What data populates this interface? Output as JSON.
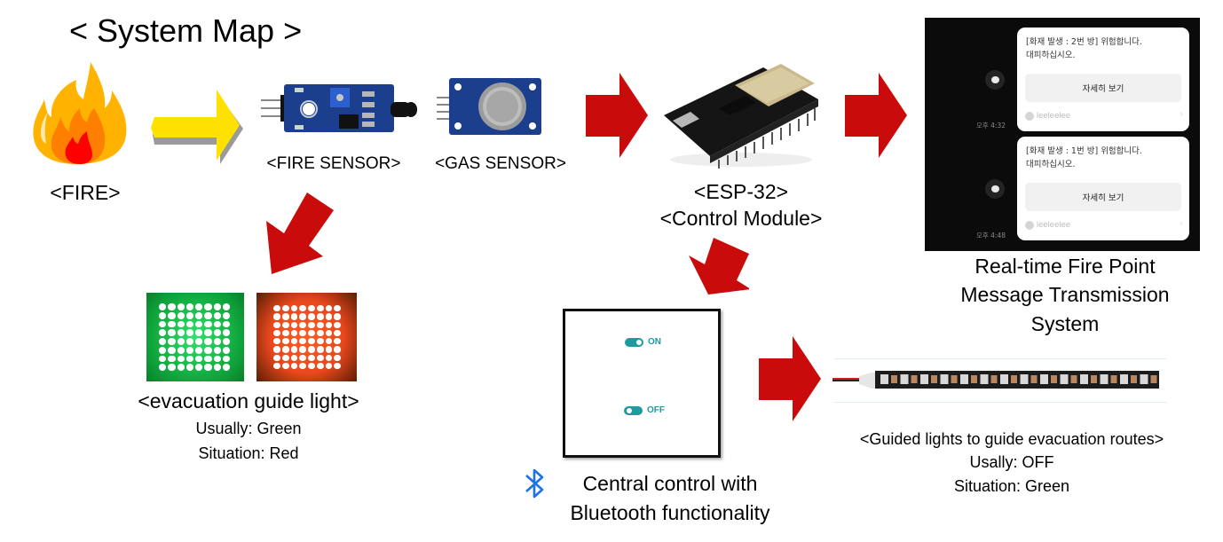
{
  "title": "< System Map >",
  "nodes": {
    "fire": {
      "label": "<FIRE>"
    },
    "fire_sensor": {
      "label": "<FIRE SENSOR>"
    },
    "gas_sensor": {
      "label": "<GAS SENSOR>"
    },
    "esp32": {
      "label_line1": "<ESP-32>",
      "label_line2": "<Control Module>"
    },
    "message_system": {
      "label_line1": "Real-time Fire Point",
      "label_line2": "Message Transmission",
      "label_line3": "System",
      "messages": [
        {
          "text_line1": "[화재 발생 : 2번 방] 위험합니다.",
          "text_line2": "대피하십시오.",
          "button": "자세히 보기",
          "sender": "leeleelee",
          "time": "오후 4:32"
        },
        {
          "text_line1": "[화재 발생 : 1번 방] 위험합니다.",
          "text_line2": "대피하십시오.",
          "button": "자세히 보기",
          "sender": "leeleelee",
          "time": "오후 4:48"
        }
      ]
    },
    "guide_light": {
      "label": "<evacuation guide light>",
      "usual": "Usually: Green",
      "situation": "Situation: Red",
      "usual_color": "#0fa33b",
      "situation_color": "#e8481c"
    },
    "central_control": {
      "label_line1": "Central control with",
      "label_line2": "Bluetooth functionality",
      "toggles": [
        {
          "label": "ON",
          "state": "on"
        },
        {
          "label": "OFF",
          "state": "off"
        }
      ],
      "icon": "bluetooth-icon"
    },
    "route_lights": {
      "label": "<Guided lights to guide evacuation routes>",
      "usual": "Usally: OFF",
      "situation": "Situation: Green"
    }
  },
  "colors": {
    "arrow_red": "#c90b0b",
    "arrow_yellow": "#ffe100",
    "toggle_teal": "#1f9aa0",
    "bluetooth_blue": "#1a73e8"
  }
}
